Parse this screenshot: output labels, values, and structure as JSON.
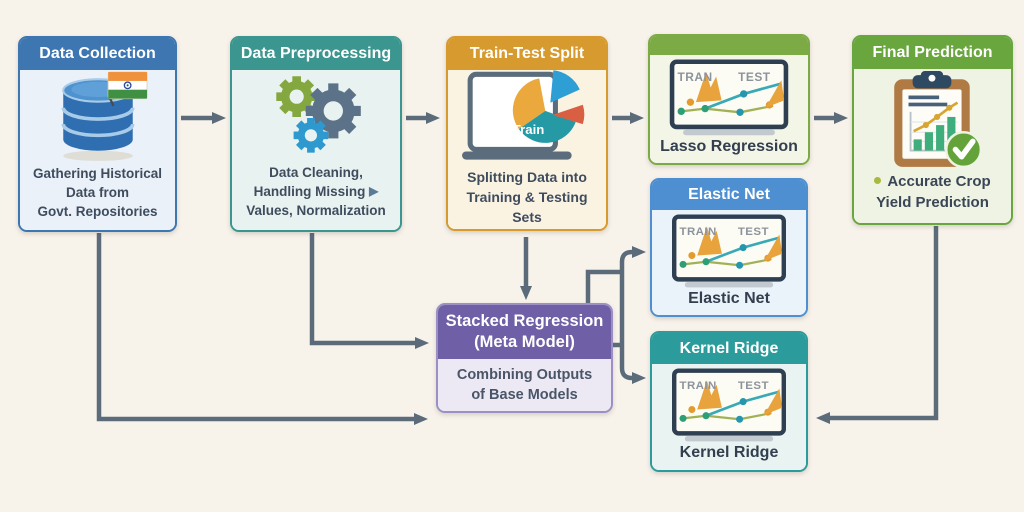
{
  "background_color": "#f8f3ea",
  "arrow_color": "#5b6b7a",
  "icons": {
    "play_marker": "▶"
  },
  "nodes": {
    "data_collection": {
      "title": "Data Collection",
      "header_color": "#3e76b1",
      "body_color": "#eaf1f8",
      "description_lines": [
        "Gathering Historical",
        "Data from",
        "Govt. Repositories"
      ],
      "icon": "database-with-india-flag"
    },
    "data_preprocessing": {
      "title": "Data Preprocessing",
      "header_color": "#3a968e",
      "body_color": "#e8f2f0",
      "description_lines": [
        "Data Cleaning,",
        "Handling Missing",
        "Values, Normalization"
      ],
      "icon": "gears"
    },
    "train_test_split": {
      "title": "Train-Test Split",
      "header_color": "#d79a2f",
      "body_color": "#faf3e2",
      "description_lines": [
        "Splitting Data into",
        "Training & Testing Sets"
      ],
      "icon": "laptop-pie-chart",
      "pie_label": "Train"
    },
    "lasso": {
      "caption": "Lasso Regression",
      "header_color": "#7cab45",
      "body_color": "#f3f5e7",
      "icon_train_label": "TRAN",
      "icon_test_label": "TEST"
    },
    "elastic_net": {
      "title": "Elastic Net",
      "caption": "Elastic Net",
      "header_color": "#4d8fd1",
      "body_color": "#eaf2fa",
      "icon_train_label": "TRAIN",
      "icon_test_label": "TEST"
    },
    "kernel_ridge": {
      "title": "Kernel Ridge",
      "caption": "Kernel Ridge",
      "header_color": "#2b9c9b",
      "body_color": "#e9f4f2",
      "icon_train_label": "TRAIN",
      "icon_test_label": "TEST"
    },
    "stacked_regression": {
      "title_lines": [
        "Stacked Regression",
        "(Meta Model)"
      ],
      "header_color": "#6f5fa6",
      "body_color": "#ece9f5",
      "border_color": "#9c8fc4",
      "description_lines": [
        "Combining Outputs",
        "of Base Models"
      ]
    },
    "final_prediction": {
      "title": "Final Prediction",
      "header_color": "#69a63e",
      "body_color": "#eef3e3",
      "bullet_color": "#a9b93d",
      "description_lines": [
        "Accurate Crop",
        "Yield Prediction"
      ],
      "icon": "clipboard-chart-check"
    }
  }
}
